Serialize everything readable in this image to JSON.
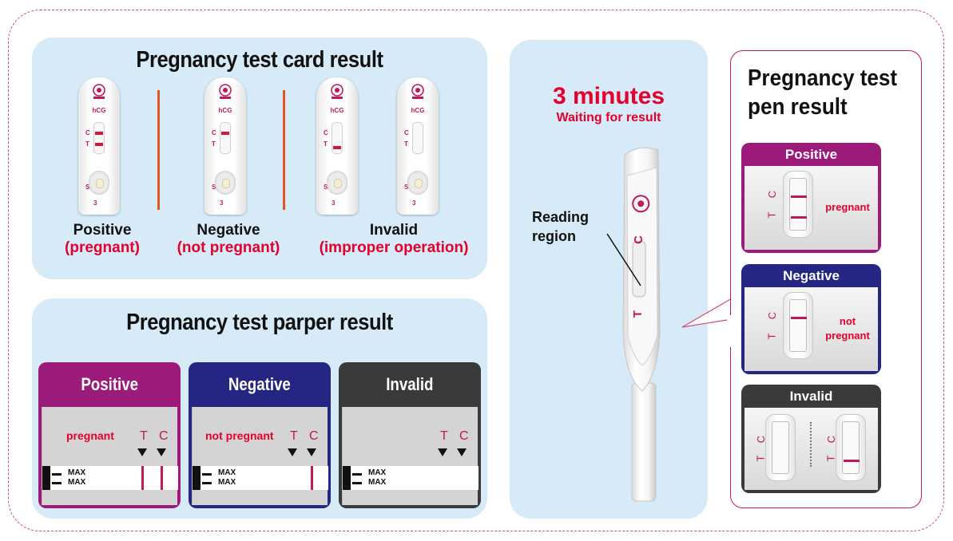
{
  "card_section": {
    "title": "Pregnancy  test  card result",
    "card_label": "hCG",
    "letters": {
      "c": "C",
      "t": "T",
      "s": "S",
      "three": "3"
    },
    "results": [
      {
        "status": "Positive",
        "detail": "(pregnant)"
      },
      {
        "status": "Negative",
        "detail": "(not pregnant)"
      },
      {
        "status": "Invalid",
        "detail": "(improper operation)"
      }
    ]
  },
  "paper_section": {
    "title": "Pregnancy  test  parper result",
    "max_label": "MAX",
    "t_label": "T",
    "c_label": "C",
    "boxes": [
      {
        "header": "Positive",
        "label": "pregnant",
        "color": "#9c1a7a"
      },
      {
        "header": "Negative",
        "label": "not pregnant",
        "color": "#252683"
      },
      {
        "header": "Invalid",
        "label": "",
        "color": "#3a3a3a"
      }
    ]
  },
  "pen_middle": {
    "time": "3 minutes",
    "subtitle": "Waiting for result",
    "reading_line1": "Reading",
    "reading_line2": "region",
    "c_letter": "C",
    "t_letter": "T"
  },
  "pen_result": {
    "title_line1": "Pregnancy  test",
    "title_line2": "pen  result",
    "boxes": [
      {
        "header": "Positive",
        "label_line1": "pregnant",
        "label_line2": "",
        "color": "#9c1a7a"
      },
      {
        "header": "Negative",
        "label_line1": "not",
        "label_line2": "pregnant",
        "color": "#252683"
      },
      {
        "header": "Invalid",
        "label_line1": "",
        "label_line2": "",
        "color": "#3a3a3a"
      }
    ],
    "t_letter": "T",
    "c_letter": "C"
  },
  "colors": {
    "panel_bg": "#d6ebf7",
    "accent_red": "#e3002d",
    "magenta": "#c2185b",
    "border_pink": "#d4477a"
  }
}
